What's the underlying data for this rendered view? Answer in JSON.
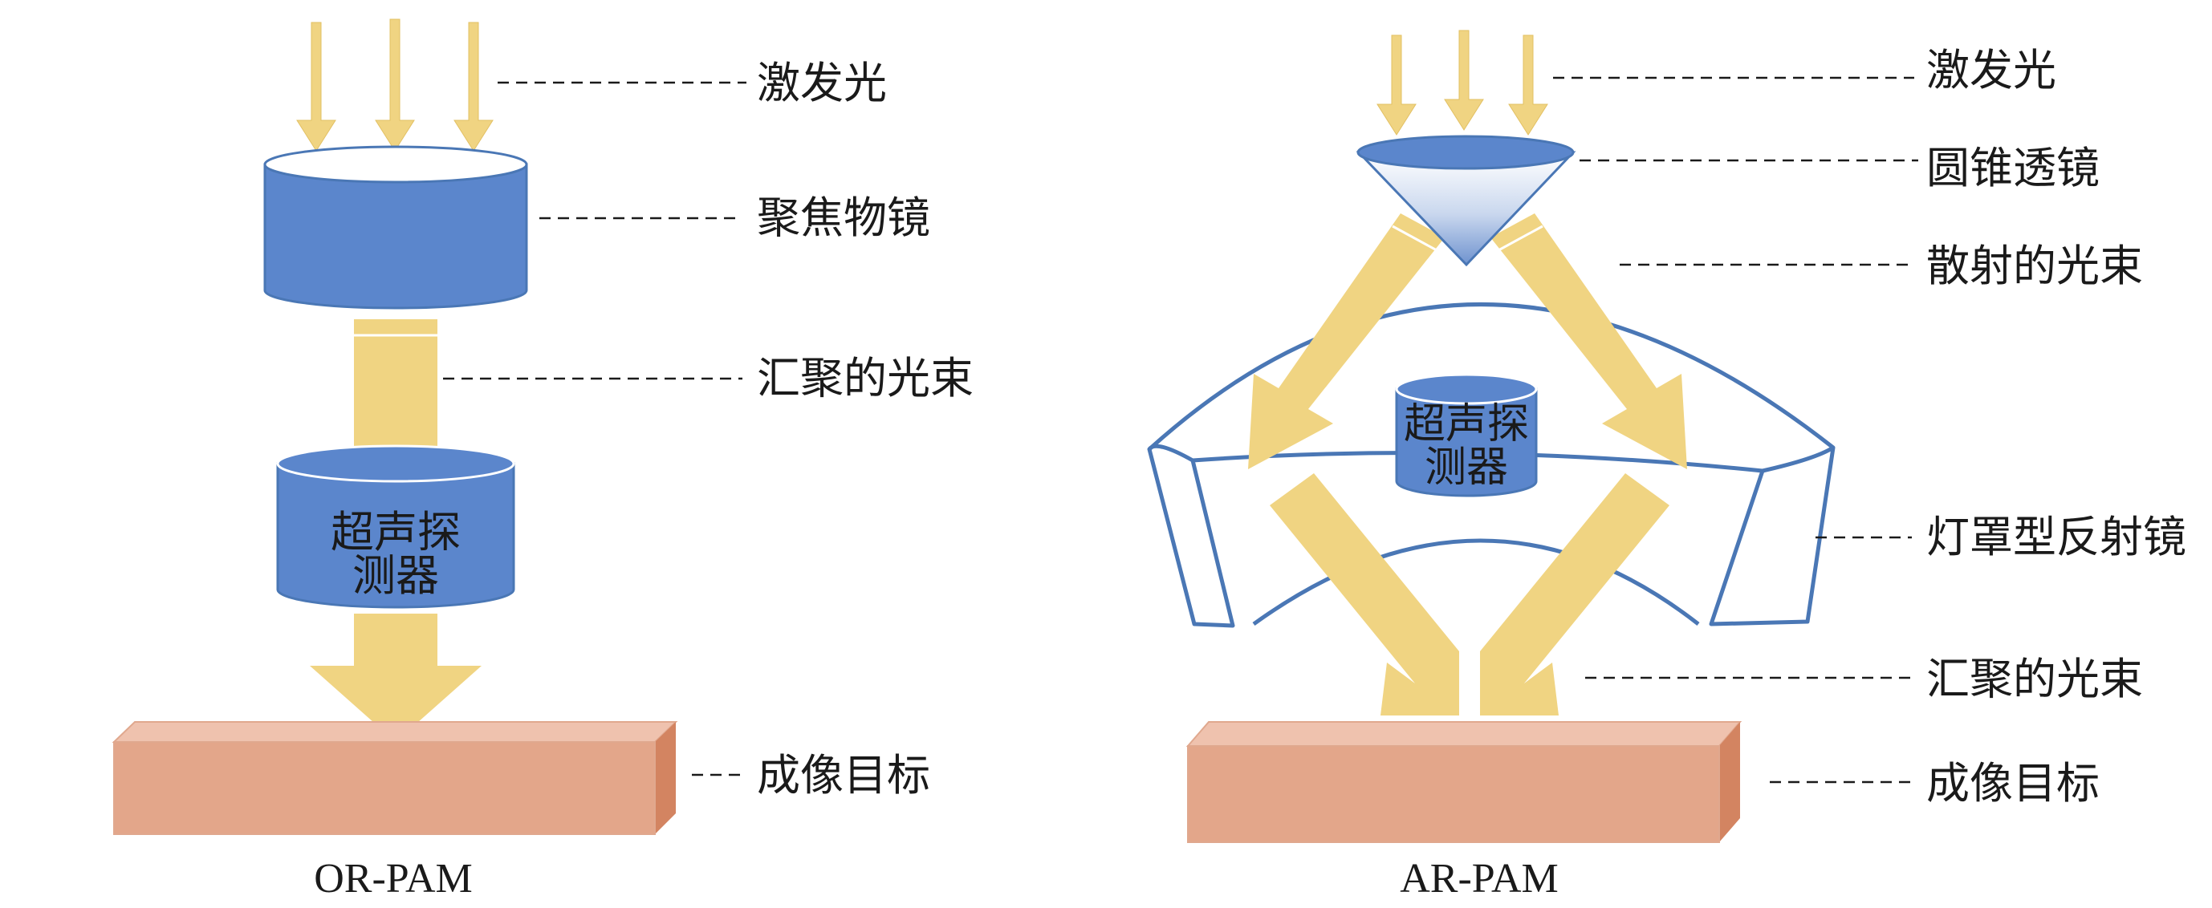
{
  "left": {
    "title": "OR-PAM",
    "labels": {
      "excitation": "激发光",
      "objective": "聚焦物镜",
      "beam": "汇聚的光束",
      "target": "成像目标"
    },
    "detector": [
      "超声探",
      "测器"
    ]
  },
  "right": {
    "title": "AR-PAM",
    "labels": {
      "excitation": "激发光",
      "lens": "圆锥透镜",
      "scattered": "散射的光束",
      "reflector": "灯罩型反射镜",
      "beam": "汇聚的光束",
      "target": "成像目标"
    },
    "detector": [
      "超声探",
      "测器"
    ]
  },
  "colors": {
    "light": "#F0D482",
    "blue": "#5B86CC",
    "blue_outline": "#4A77B5",
    "target_front": "#E3A68A",
    "target_top": "#EFC2AE",
    "target_side": "#D38461"
  }
}
